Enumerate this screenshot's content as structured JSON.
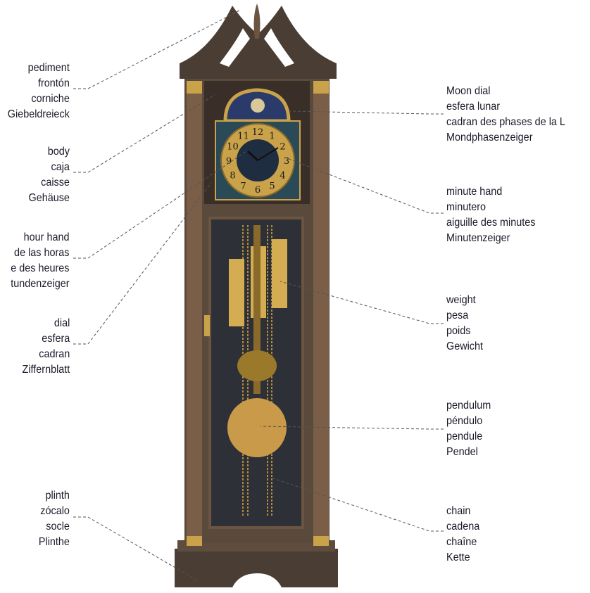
{
  "labels_left": [
    {
      "id": "pediment",
      "lines": [
        "pediment",
        "frontón",
        "corniche",
        "Giebeldreieck"
      ]
    },
    {
      "id": "body",
      "lines": [
        "body",
        "caja",
        "caisse",
        "Gehäuse"
      ]
    },
    {
      "id": "hour-hand",
      "lines": [
        "hour hand",
        "de las horas",
        "e des heures",
        "tundenzeiger"
      ]
    },
    {
      "id": "dial",
      "lines": [
        "dial",
        "esfera",
        "cadran",
        "Ziffernblatt"
      ]
    },
    {
      "id": "plinth",
      "lines": [
        "plinth",
        "zócalo",
        "socle",
        "Plinthe"
      ]
    }
  ],
  "labels_right": [
    {
      "id": "moon-dial",
      "lines": [
        "Moon dial",
        "esfera lunar",
        "cadran des phases de la L",
        "Mondphasenzeiger"
      ]
    },
    {
      "id": "minute-hand",
      "lines": [
        "minute hand",
        "minutero",
        "aiguille des minutes",
        "Minutenzeiger"
      ]
    },
    {
      "id": "weight",
      "lines": [
        "weight",
        "pesa",
        "poids",
        "Gewicht"
      ]
    },
    {
      "id": "pendulum",
      "lines": [
        "pendulum",
        "péndulo",
        "pendule",
        "Pendel"
      ]
    },
    {
      "id": "chain",
      "lines": [
        "chain",
        "cadena",
        "chaîne",
        "Kette"
      ]
    }
  ],
  "dial_numerals": [
    "12",
    "1",
    "2",
    "3",
    "4",
    "5",
    "6",
    "7",
    "8",
    "9",
    "10",
    "11"
  ],
  "colors": {
    "wood": "#5a4a3c",
    "wood_dark": "#3a2e28",
    "brass": "#c9a24a",
    "glass": "#2e3038",
    "leader": "#555"
  }
}
